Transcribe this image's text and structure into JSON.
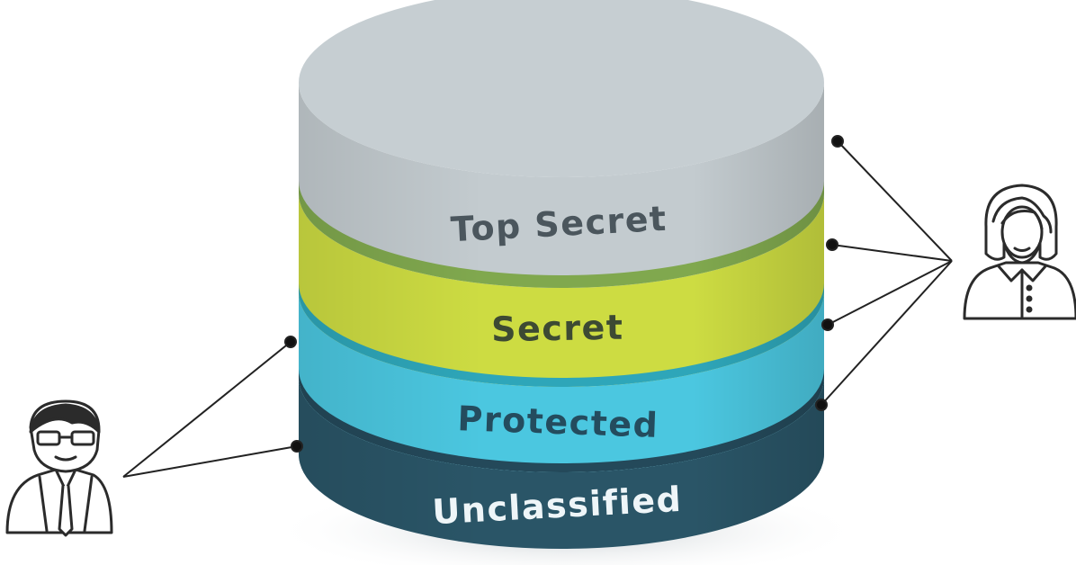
{
  "layers": [
    {
      "label": "Top Secret",
      "color": "#c3cbcf",
      "band_color": "#80a84e",
      "text_color": "#4b565d"
    },
    {
      "label": "Secret",
      "color": "#cddc42",
      "band_color": "#2ea6b9",
      "text_color": "#3d4a33"
    },
    {
      "label": "Protected",
      "color": "#4bc7e0",
      "band_color": "#24495a",
      "text_color": "#244c5e"
    },
    {
      "label": "Unclassified",
      "color": "#2a5567",
      "band_color": "#1d3d4a",
      "text_color": "#eef5f8"
    }
  ],
  "actors": [
    {
      "name": "male-user",
      "access_layers": [
        "Protected",
        "Unclassified"
      ]
    },
    {
      "name": "female-user",
      "access_layers": [
        "Top Secret",
        "Secret",
        "Protected",
        "Unclassified"
      ]
    }
  ],
  "colors": {
    "background": "#ffffff",
    "top_face": "#c6ced2",
    "connector": "#222222"
  }
}
